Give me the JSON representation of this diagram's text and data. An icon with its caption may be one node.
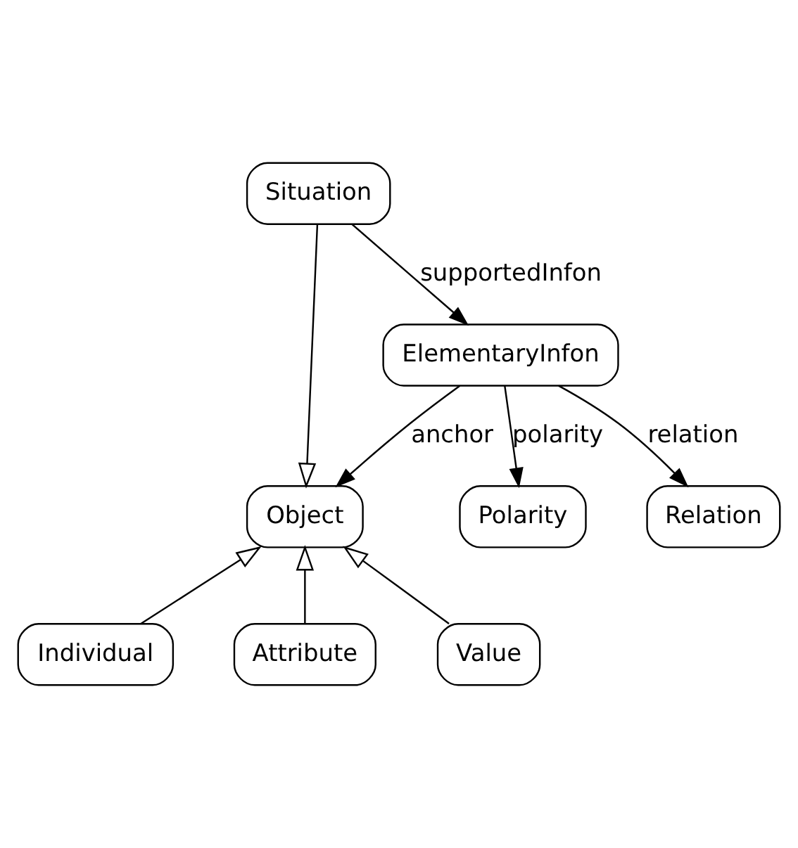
{
  "diagram": {
    "nodes": [
      {
        "text": [
          "Situation"
        ]
      },
      {
        "text": [
          "ElementaryInfon"
        ]
      },
      {
        "text": [
          "Relation"
        ]
      },
      {
        "text": [
          "Object"
        ]
      },
      {
        "text": [
          "Polarity"
        ]
      },
      {
        "text": [
          "Individual"
        ]
      },
      {
        "text": [
          "Attribute"
        ]
      },
      {
        "text": [
          "Value"
        ]
      }
    ],
    "edges": [
      {
        "from": 0,
        "to": 1,
        "arrow": "to",
        "label": "supportedInfon"
      },
      {
        "from": 1,
        "to": 2,
        "arrow": "to",
        "label": "relation"
      },
      {
        "from": 1,
        "to": 3,
        "arrow": "to",
        "label": "anchor"
      },
      {
        "from": 1,
        "to": 4,
        "arrow": "to",
        "label": "polarity"
      },
      {
        "from": 0,
        "to": 3,
        "arrow": "to"
      },
      {
        "from": 5,
        "to": 3,
        "arrow": "to"
      },
      {
        "from": 6,
        "to": 3,
        "arrow": "to"
      },
      {
        "from": 7,
        "to": 3,
        "arrow": "to"
      }
    ]
  }
}
